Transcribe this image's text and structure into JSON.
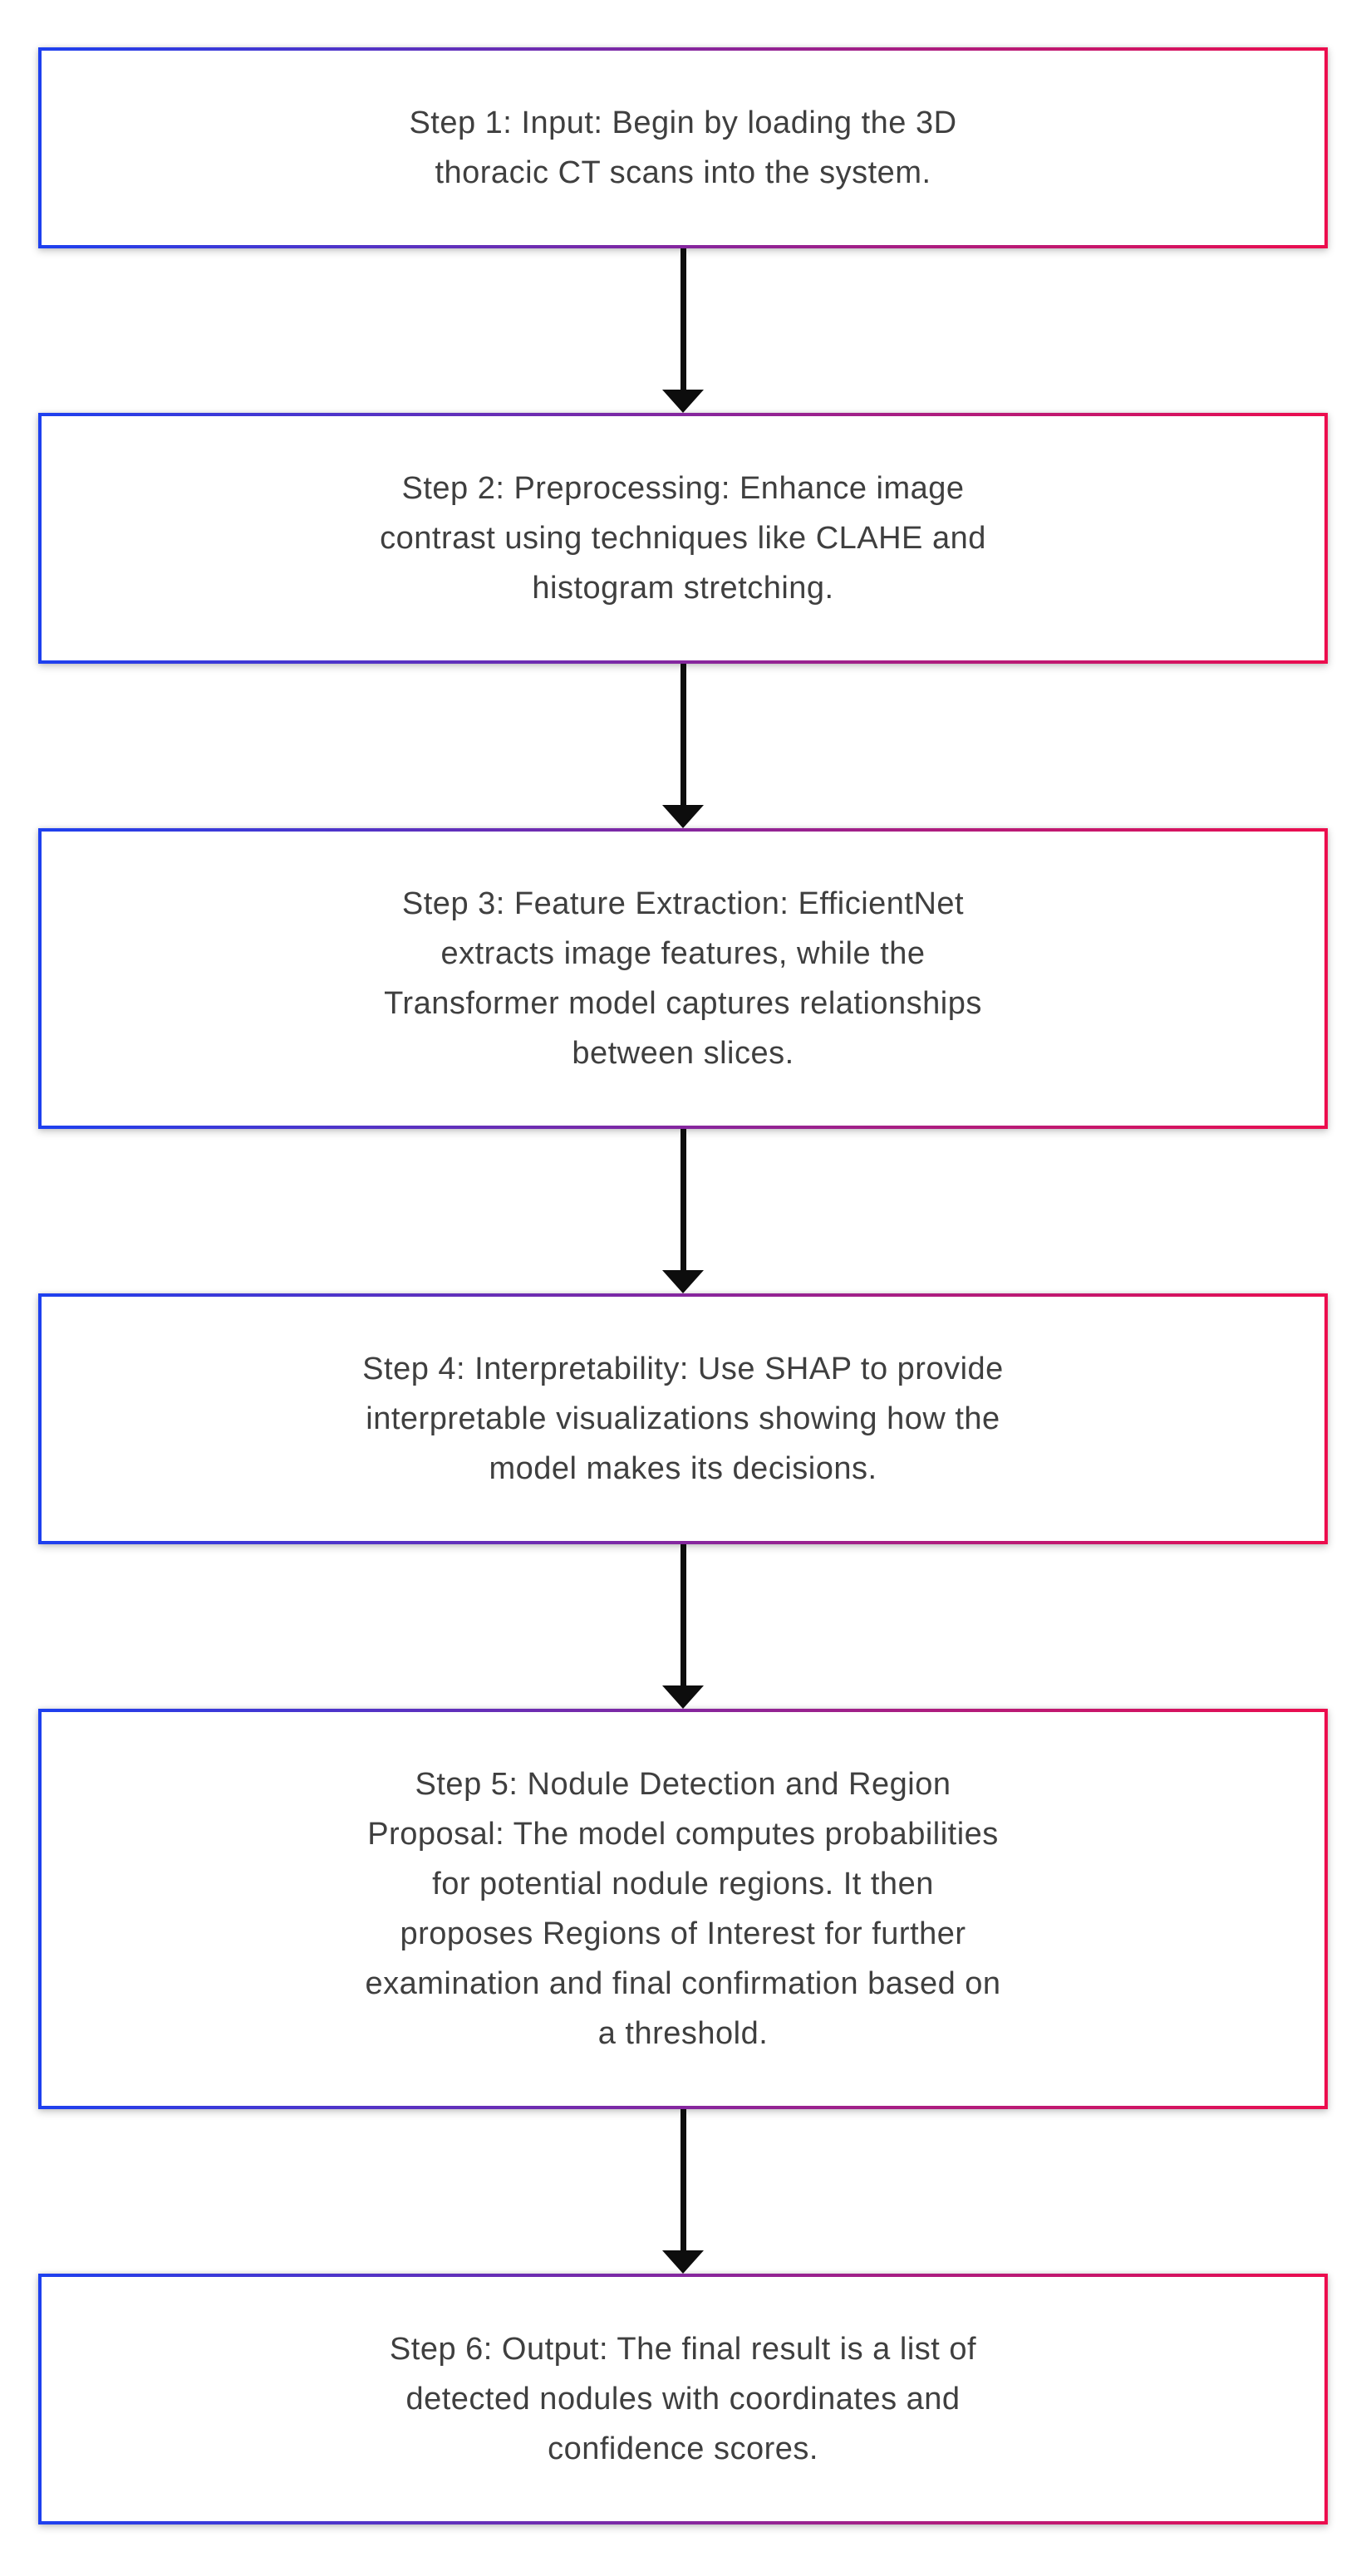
{
  "diagram": {
    "type": "flowchart",
    "direction": "top-down",
    "steps": [
      {
        "id": 1,
        "label": "Step 1: Input: Begin by loading the 3D\nthoracic CT scans into the system."
      },
      {
        "id": 2,
        "label": "Step 2: Preprocessing: Enhance image\ncontrast using techniques like CLAHE and\nhistogram stretching."
      },
      {
        "id": 3,
        "label": "Step 3: Feature Extraction: EfficientNet\nextracts image features, while the\nTransformer model captures relationships\nbetween slices."
      },
      {
        "id": 4,
        "label": "Step 4: Interpretability: Use SHAP to provide\ninterpretable visualizations showing how the\nmodel makes its decisions."
      },
      {
        "id": 5,
        "label": "Step 5: Nodule Detection and Region\nProposal: The model computes probabilities\nfor potential nodule regions. It then\nproposes Regions of Interest for further\nexamination and final confirmation based on\na threshold."
      },
      {
        "id": 6,
        "label": "Step 6: Output: The final result is a list of\ndetected nodules with coordinates and\nconfidence scores."
      }
    ],
    "connectors": [
      {
        "from": 1,
        "to": 2,
        "style": "arrow-down"
      },
      {
        "from": 2,
        "to": 3,
        "style": "arrow-down"
      },
      {
        "from": 3,
        "to": 4,
        "style": "arrow-down"
      },
      {
        "from": 4,
        "to": 5,
        "style": "arrow-down"
      },
      {
        "from": 5,
        "to": 6,
        "style": "arrow-down"
      }
    ],
    "colors": {
      "border_gradient_left": "#1e40ef",
      "border_gradient_right": "#ec0d4e",
      "text": "#3f3f3f",
      "node_fill": "#ffffff",
      "background": "#ffffff",
      "arrow": "#0d0d0d"
    }
  }
}
